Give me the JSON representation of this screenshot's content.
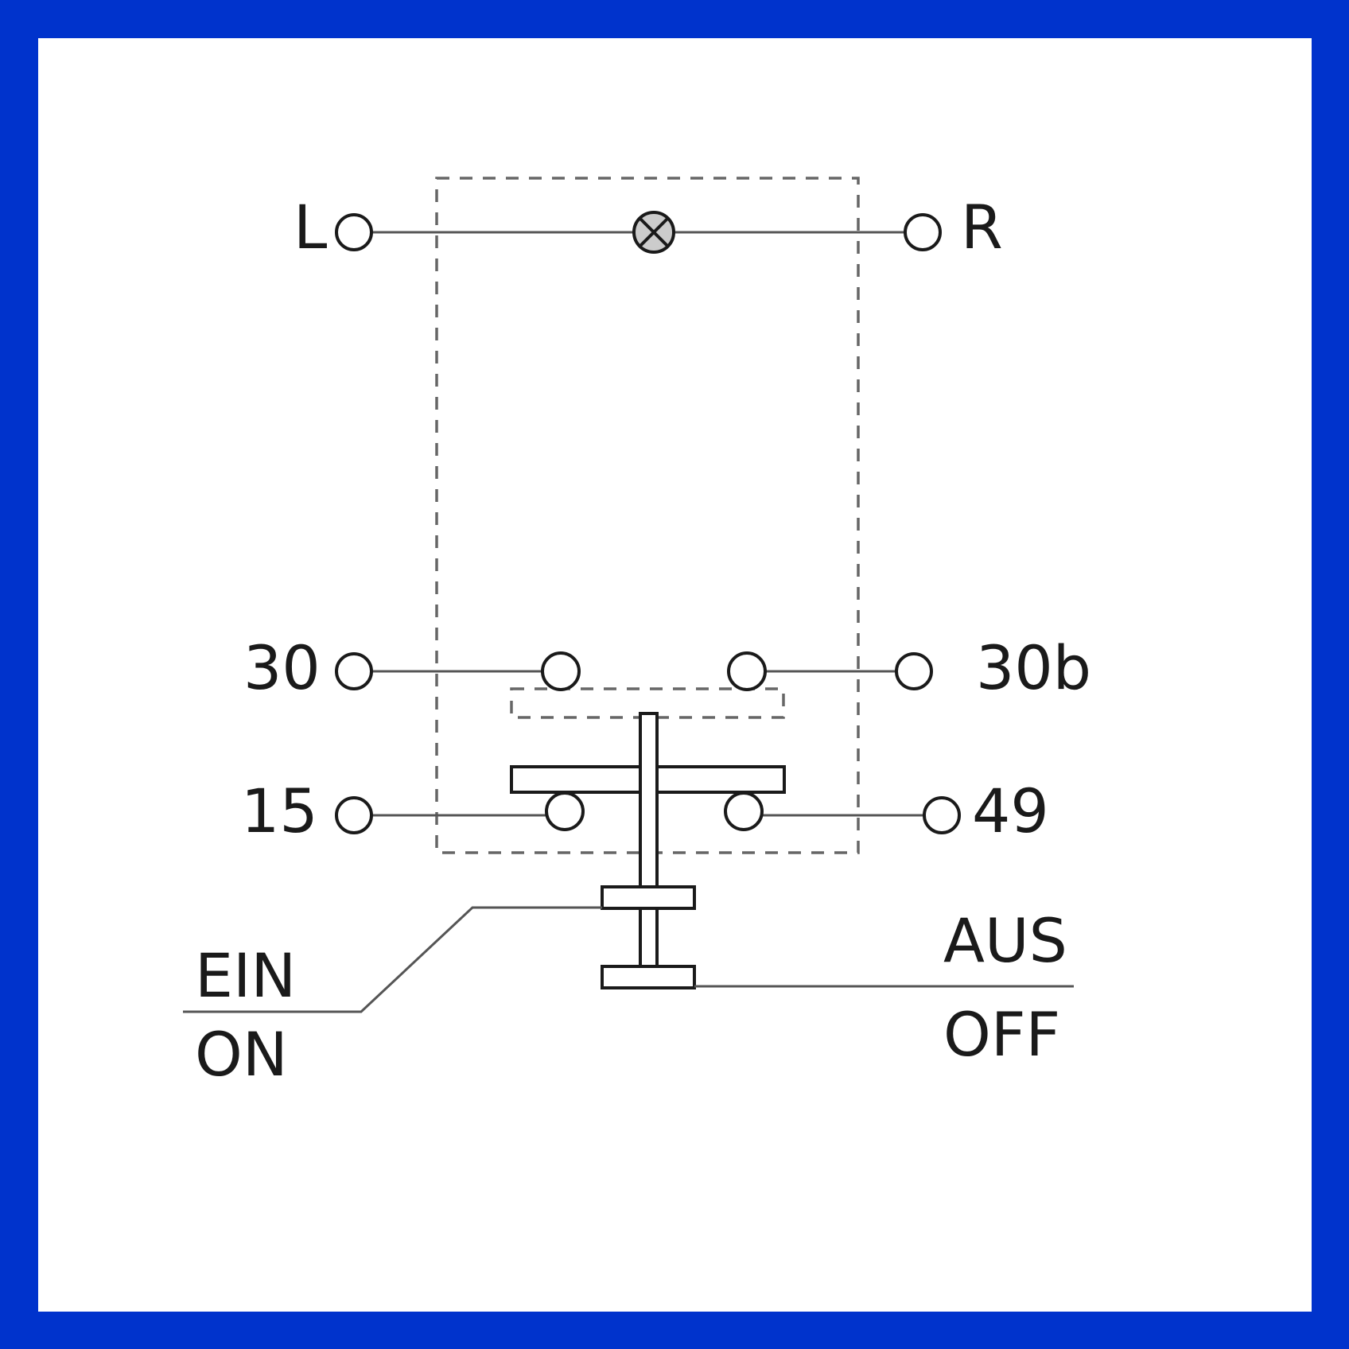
{
  "diagram": {
    "terminals": {
      "left_lamp": "L",
      "right_lamp": "R",
      "t30": "30",
      "t30b": "30b",
      "t15": "15",
      "t49": "49"
    },
    "positions": {
      "on_de": "EIN",
      "on_en": "ON",
      "off_de": "AUS",
      "off_en": "OFF"
    },
    "colors": {
      "frame": "#0033cc",
      "background": "#ffffff",
      "ink": "#1a1a1a",
      "wire": "#555555",
      "lamp_fill": "#cccccc"
    }
  }
}
